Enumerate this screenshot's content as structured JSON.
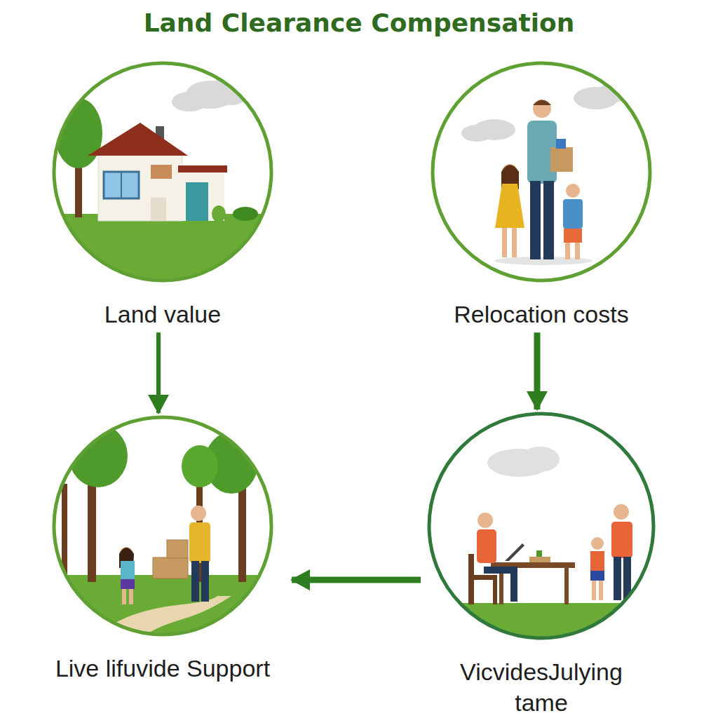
{
  "diagram": {
    "title": "Land Clearance Compensation",
    "nodes": [
      {
        "text": [
          "Land value"
        ]
      },
      {
        "text": [
          "Relocation costs"
        ]
      },
      {
        "text": [
          "Live lifuvide Support"
        ]
      },
      {
        "text": [
          "VicvidesJulying tame"
        ]
      }
    ],
    "edges": [
      {
        "from": 0,
        "to": 2,
        "arrow": "to"
      },
      {
        "from": 1,
        "to": 3,
        "arrow": "to"
      },
      {
        "from": 3,
        "to": 2,
        "arrow": "to"
      }
    ]
  }
}
